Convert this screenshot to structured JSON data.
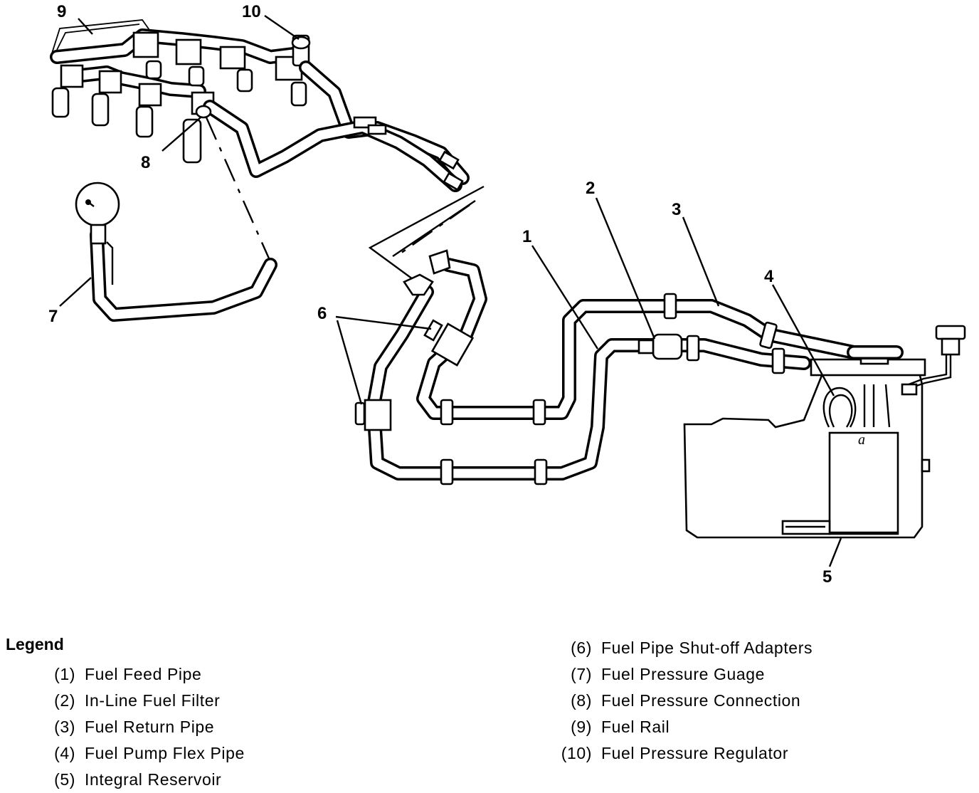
{
  "callouts": [
    "1",
    "2",
    "3",
    "4",
    "5",
    "6",
    "7",
    "8",
    "9",
    "10"
  ],
  "legend": {
    "title": "Legend",
    "left": [
      {
        "num": "(1)",
        "label": "Fuel Feed Pipe"
      },
      {
        "num": "(2)",
        "label": "In-Line Fuel Filter"
      },
      {
        "num": "(3)",
        "label": "Fuel Return Pipe"
      },
      {
        "num": "(4)",
        "label": "Fuel Pump Flex Pipe"
      },
      {
        "num": "(5)",
        "label": "Integral Reservoir"
      }
    ],
    "right": [
      {
        "num": "(6)",
        "label": "Fuel Pipe Shut-off Adapters"
      },
      {
        "num": "(7)",
        "label": "Fuel Pressure Guage"
      },
      {
        "num": "(8)",
        "label": "Fuel Pressure Connection"
      },
      {
        "num": "(9)",
        "label": "Fuel Rail"
      },
      {
        "num": "(10)",
        "label": "Fuel Pressure Regulator"
      }
    ]
  },
  "gauge_mark": "a",
  "colors": {
    "line": "#000000",
    "background": "#ffffff"
  }
}
